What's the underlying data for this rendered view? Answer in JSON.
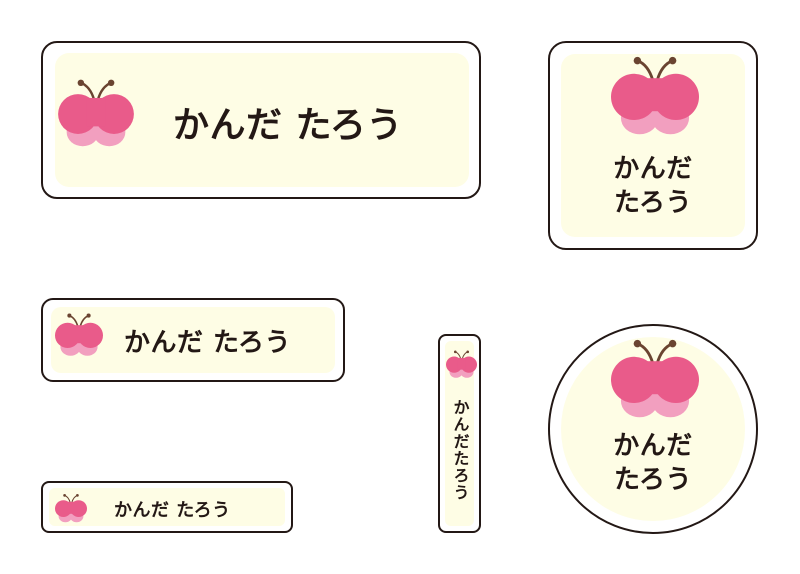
{
  "labels": [
    {
      "shape": "large-rectangle",
      "name": "かんだ たろう",
      "icon": "butterfly-icon"
    },
    {
      "shape": "square",
      "name_line1": "かんだ",
      "name_line2": "たろう",
      "icon": "butterfly-icon"
    },
    {
      "shape": "medium-rectangle",
      "name": "かんだ たろう",
      "icon": "butterfly-icon"
    },
    {
      "shape": "small-rectangle",
      "name": "かんだ たろう",
      "icon": "butterfly-icon"
    },
    {
      "shape": "vertical-strip",
      "name": "かんだたろう",
      "icon": "butterfly-icon"
    },
    {
      "shape": "circle",
      "name_line1": "かんだ",
      "name_line2": "たろう",
      "icon": "butterfly-icon"
    }
  ],
  "colors": {
    "border": "#231815",
    "background": "#fefde5",
    "text": "#231815",
    "wing_upper": "#e95b8a",
    "wing_lower": "#f29fbf",
    "antenna": "#6a4431"
  }
}
